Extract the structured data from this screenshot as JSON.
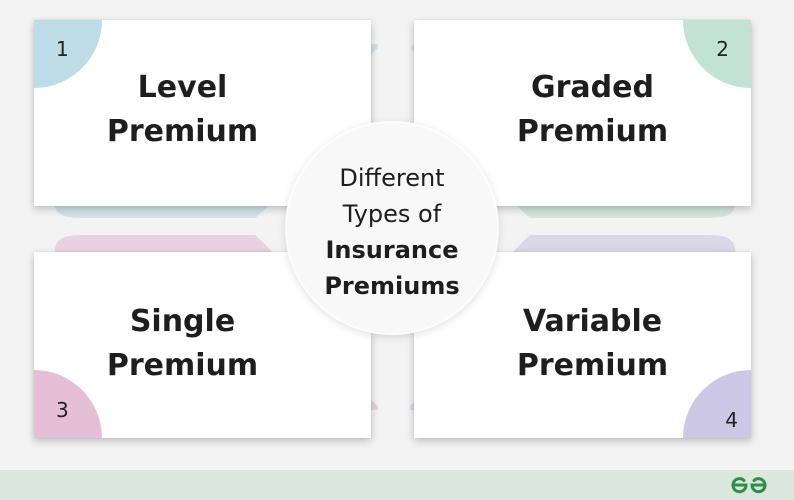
{
  "center": {
    "line1": "Different",
    "line2": "Types of",
    "line3": "Insurance",
    "line4": "Premiums"
  },
  "cards": [
    {
      "number": "1",
      "line1": "Level",
      "line2": "Premium",
      "color": "#a8d0dc"
    },
    {
      "number": "2",
      "line1": "Graded",
      "line2": "Premium",
      "color": "#acd8c6"
    },
    {
      "number": "3",
      "line1": "Single",
      "line2": "Premium",
      "color": "#dcaac8"
    },
    {
      "number": "4",
      "line1": "Variable",
      "line2": "Premium",
      "color": "#bcb6dc"
    }
  ],
  "footer": {
    "logo_icon": "geeksforgeeks-logo-icon",
    "background": "#d9e7dc",
    "logo_color": "#2f8d46"
  }
}
